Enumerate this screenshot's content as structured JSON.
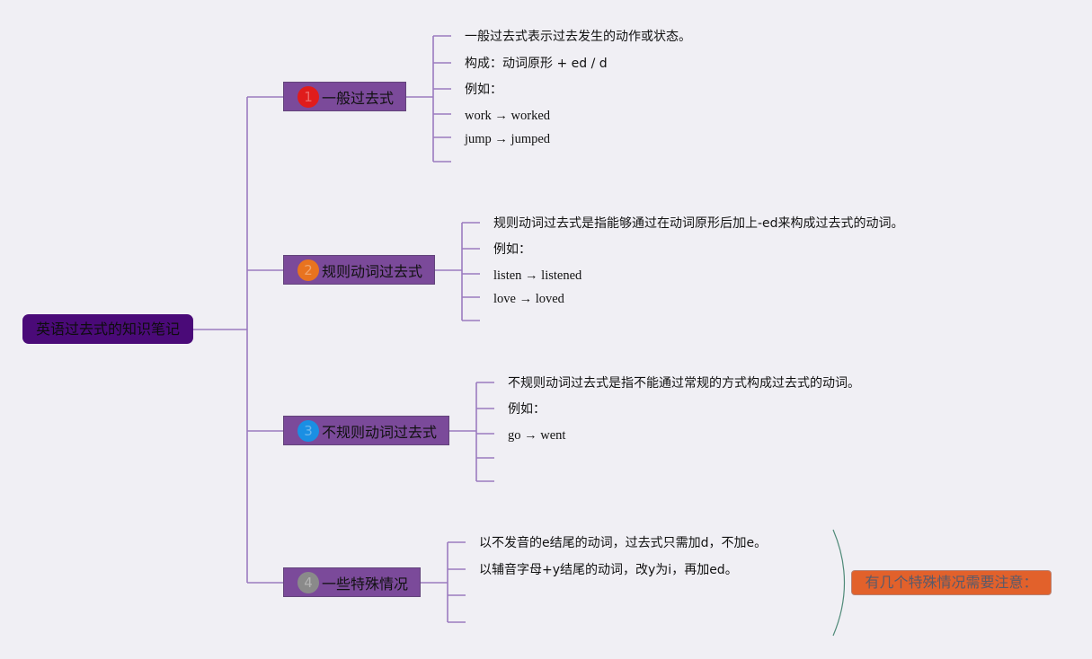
{
  "root": {
    "label": "英语过去式的知识笔记"
  },
  "branches": [
    {
      "label": "一般过去式",
      "badge": "1",
      "badge_color": "#e01c1c",
      "items": [
        "一般过去式表示过去发生的动作或状态。",
        "构成：动词原形 + ed / d",
        "例如：",
        "work → worked",
        "jump → jumped"
      ]
    },
    {
      "label": "规则动词过去式",
      "badge": "2",
      "badge_color": "#e8731f",
      "items": [
        "规则动词过去式是指能够通过在动词原形后加上-ed来构成过去式的动词。",
        "例如：",
        "listen → listened",
        "love → loved"
      ]
    },
    {
      "label": "不规则动词过去式",
      "badge": "3",
      "badge_color": "#1a8fe3",
      "items": [
        "不规则动词过去式是指不能通过常规的方式构成过去式的动词。",
        "例如：",
        "go → went"
      ]
    },
    {
      "label": "一些特殊情况",
      "badge": "4",
      "badge_color": "#8a8a8a",
      "items": [
        "以不发音的e结尾的动词，过去式只需加d，不加e。",
        "以辅音字母+y结尾的动词，改y为i，再加ed。"
      ]
    }
  ],
  "note": {
    "label": "有几个特殊情况需要注意："
  },
  "colors": {
    "connector": "#9b7bbf",
    "root_fill": "#4a0a78",
    "branch_fill": "#7b4a9a",
    "note_fill": "#e2612b",
    "brace": "#4f8a78"
  }
}
